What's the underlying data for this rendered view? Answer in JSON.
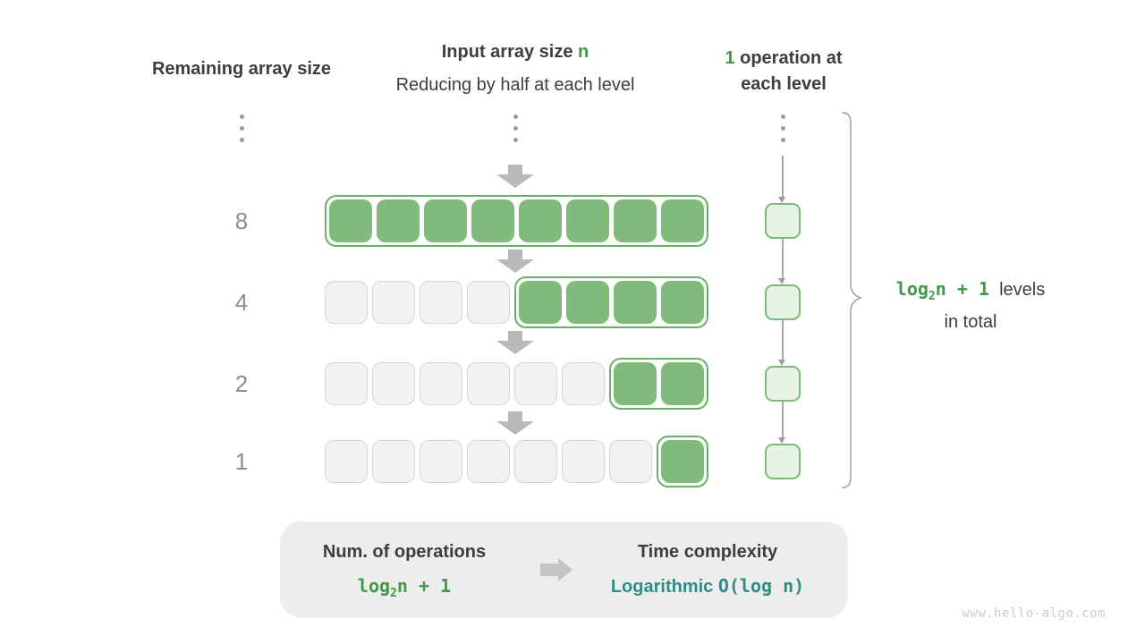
{
  "headers": {
    "left": "Remaining array size",
    "center_title": "Input array size ",
    "center_title_accent": "n",
    "center_subtitle": "Reducing by half at each level",
    "right_accent": "1",
    "right_title_rest": " operation at",
    "right_line2": "each level"
  },
  "diagram": {
    "row_labels": [
      "8",
      "4",
      "2",
      "1"
    ],
    "rows": [
      {
        "gray_cells": 0,
        "green_cells": 8
      },
      {
        "gray_cells": 4,
        "green_cells": 4
      },
      {
        "gray_cells": 6,
        "green_cells": 2
      },
      {
        "gray_cells": 7,
        "green_cells": 1
      }
    ],
    "op_levels": 4
  },
  "levels_annotation": {
    "formula_base": "log",
    "formula_sub": "2",
    "formula_rest": "n + 1",
    "text_line1": "levels",
    "text_line2": "in total"
  },
  "summary": {
    "left_title": "Num. of operations",
    "formula_base": "log",
    "formula_sub": "2",
    "formula_rest": "n + 1",
    "right_title": "Time complexity",
    "complexity_name": "Logarithmic",
    "complexity_notation": "O(log n)"
  },
  "watermark": "www.hello-algo.com",
  "colors": {
    "accent_green": "#429845",
    "cell_green": "#82ba7c",
    "group_border_green": "#6cb068",
    "op_box_fill": "#e9f3e5",
    "op_box_border": "#7cb878",
    "gray_cell_fill": "#f2f2f0",
    "gray_cell_border": "#d5d5d3",
    "text_dark": "#3d3d3d",
    "text_gray": "#8d8d8d",
    "block_arrow_gray": "#b9b9b9",
    "teal": "#2f8c87",
    "summary_bg": "#ededed"
  }
}
